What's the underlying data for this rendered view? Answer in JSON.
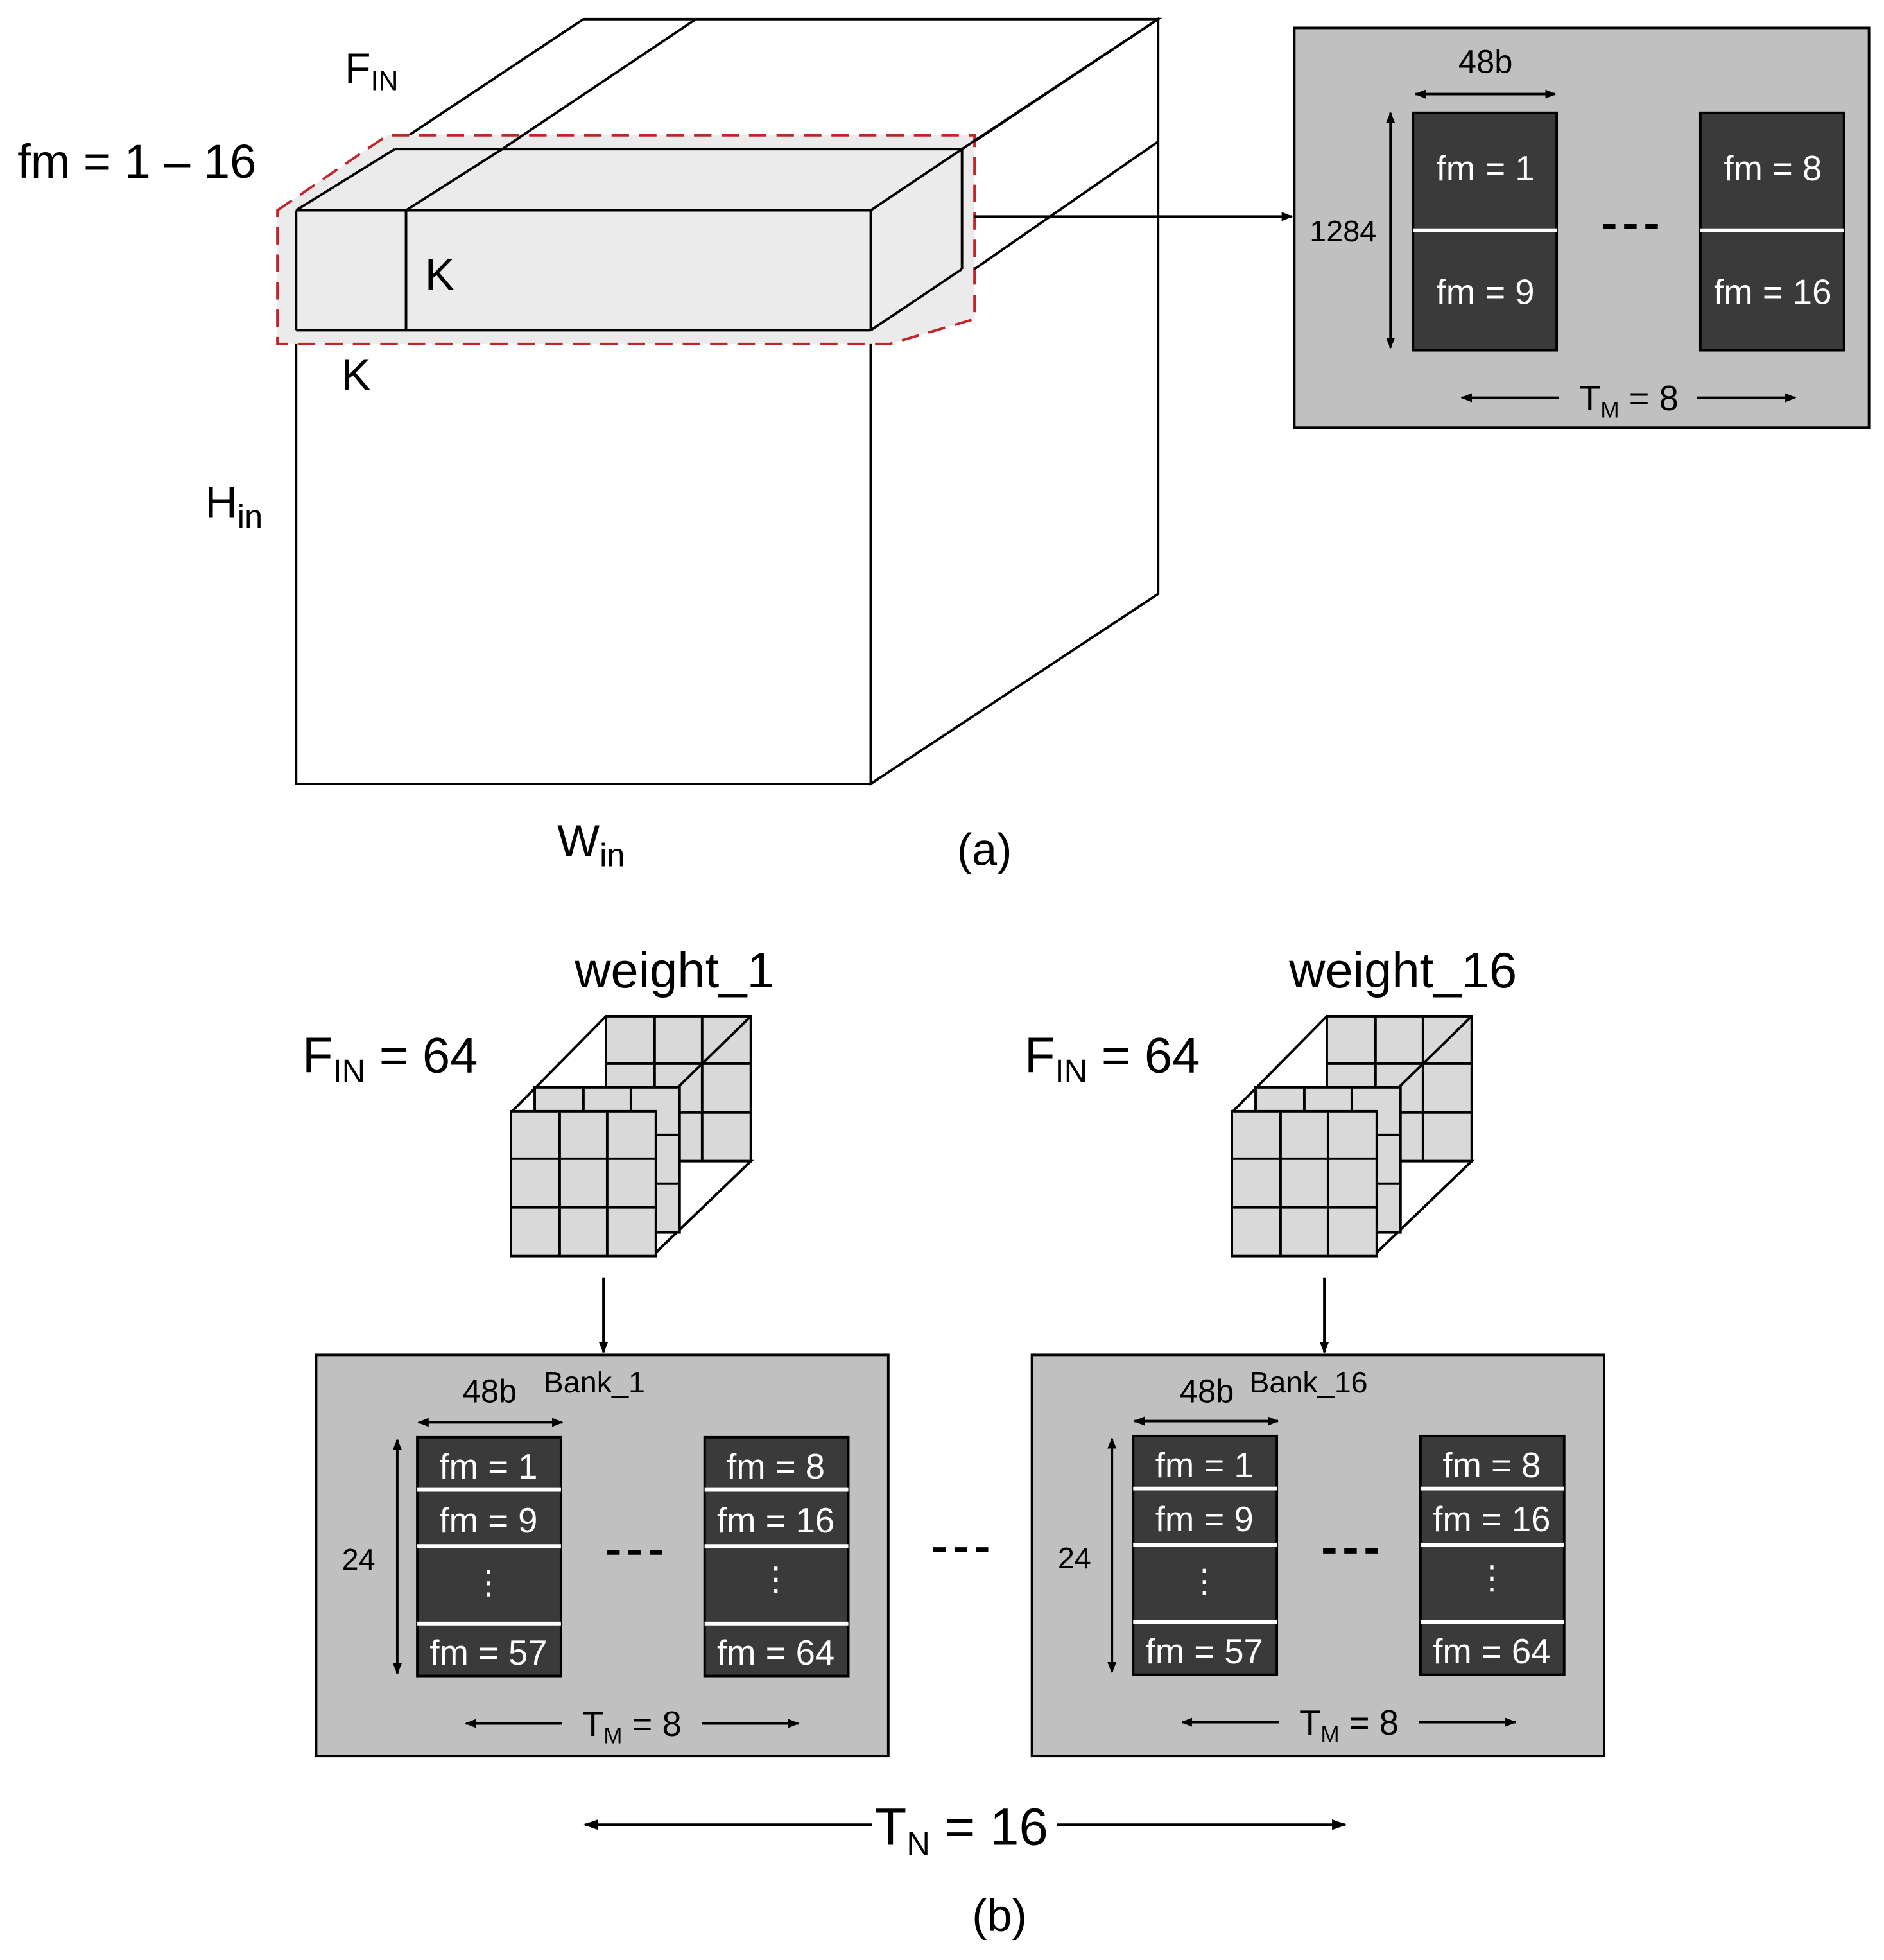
{
  "colors": {
    "stroke": "#000000",
    "panel_fill": "#c0c0c0",
    "block_fill": "#3a3a3a",
    "block_text": "#ffffff",
    "slab_fill": "#ebebeb",
    "cell_fill": "#d9d9d9",
    "highlight_dash": "#c0262b"
  },
  "part_a": {
    "caption": "(a)",
    "labels": {
      "fin_main": "F",
      "fin_sub": "IN",
      "fm_range": "fm = 1 – 16",
      "k_top": "K",
      "k_side": "K",
      "hin_main": "H",
      "hin_sub": "in",
      "win_main": "W",
      "win_sub": "in"
    },
    "buffer": {
      "width_label": "48b",
      "depth_label": "1284",
      "block_left_top": "fm = 1",
      "block_left_bottom": "fm = 9",
      "block_right_top": "fm = 8",
      "block_right_bottom": "fm = 16",
      "tm_main": "T",
      "tm_sub": "M",
      "tm_value": " = 8"
    }
  },
  "part_b": {
    "caption": "(b)",
    "weights": [
      {
        "title": "weight_1",
        "fin_main": "F",
        "fin_sub": "IN",
        "fin_value": " = 64"
      },
      {
        "title": "weight_16",
        "fin_main": "F",
        "fin_sub": "IN",
        "fin_value": " = 64"
      }
    ],
    "banks": [
      {
        "name": "Bank_1",
        "width_label": "48b",
        "depth_label": "24",
        "left_column": [
          "fm = 1",
          "fm = 9",
          "⋮",
          "fm = 57"
        ],
        "right_column": [
          "fm = 8",
          "fm = 16",
          "⋮",
          "fm = 64"
        ],
        "tm_main": "T",
        "tm_sub": "M",
        "tm_value": " = 8"
      },
      {
        "name": "Bank_16",
        "width_label": "48b",
        "depth_label": "24",
        "left_column": [
          "fm = 1",
          "fm = 9",
          "⋮",
          "fm = 57"
        ],
        "right_column": [
          "fm = 8",
          "fm = 16",
          "⋮",
          "fm = 64"
        ],
        "tm_main": "T",
        "tm_sub": "M",
        "tm_value": " = 8"
      }
    ],
    "tn": {
      "main": "T",
      "sub": "N",
      "value": " = 16"
    }
  }
}
